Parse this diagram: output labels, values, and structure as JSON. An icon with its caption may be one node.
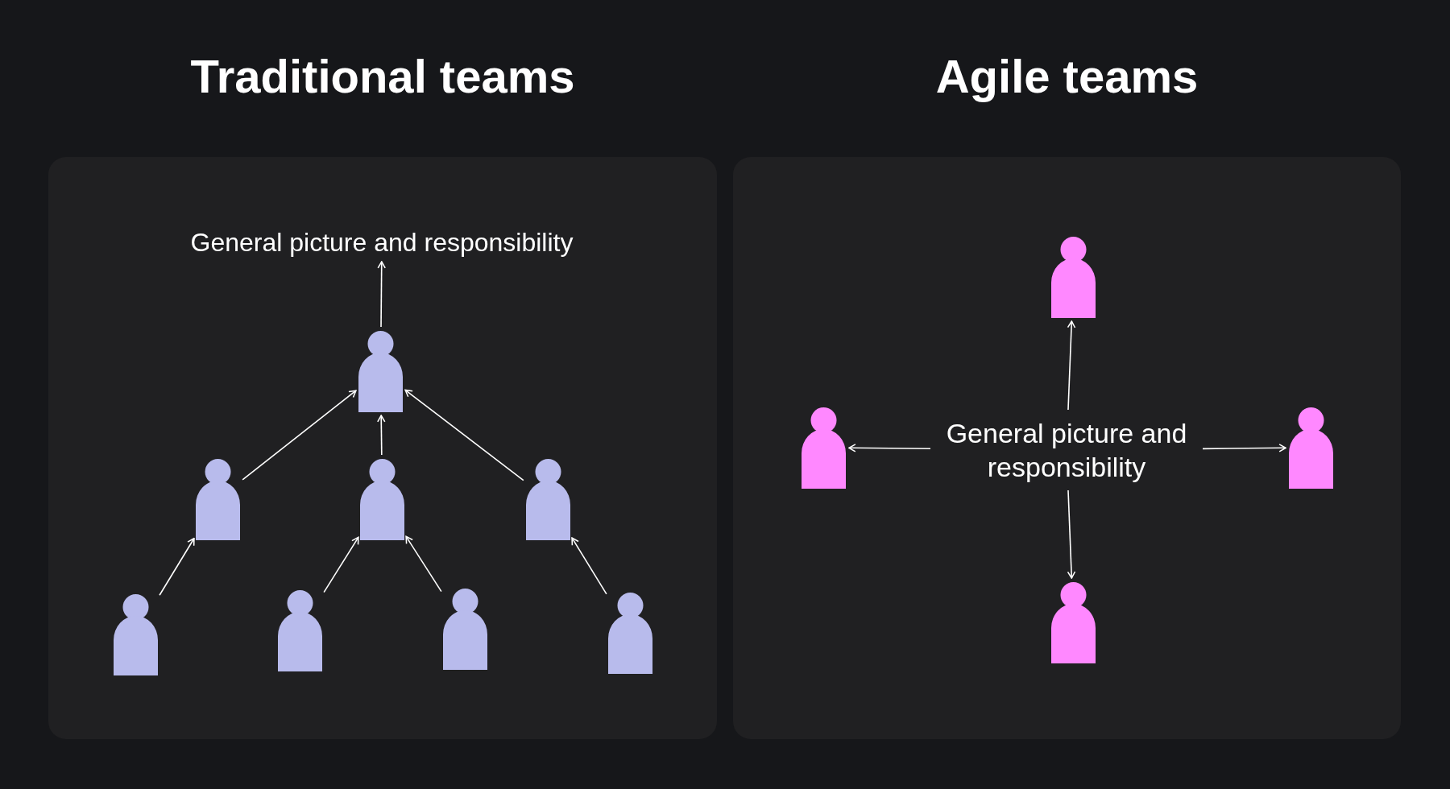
{
  "diagram": {
    "nodes": [
      {
        "text": [
          "Traditional teams"
        ]
      },
      {
        "text": [
          "Agile teams"
        ]
      },
      {
        "text": [
          "General picture and responsibility"
        ],
        "in": 0
      },
      {
        "text": [],
        "shape": "person",
        "in": 0
      },
      {
        "text": [],
        "shape": "person",
        "in": 0
      },
      {
        "text": [],
        "shape": "person",
        "in": 0
      },
      {
        "text": [],
        "shape": "person",
        "in": 0
      },
      {
        "text": [],
        "shape": "person",
        "in": 0
      },
      {
        "text": [],
        "shape": "person",
        "in": 0
      },
      {
        "text": [],
        "shape": "person",
        "in": 0
      },
      {
        "text": [],
        "shape": "person",
        "in": 0
      },
      {
        "text": [
          "General picture and responsibility"
        ],
        "in": 1
      },
      {
        "text": [],
        "shape": "person",
        "in": 1
      },
      {
        "text": [],
        "shape": "person",
        "in": 1
      },
      {
        "text": [],
        "shape": "person",
        "in": 1
      },
      {
        "text": [],
        "shape": "person",
        "in": 1
      }
    ],
    "edges": [
      {
        "from": 3,
        "to": 2,
        "arrow": "to"
      },
      {
        "from": 4,
        "to": 3,
        "arrow": "to"
      },
      {
        "from": 5,
        "to": 3,
        "arrow": "to"
      },
      {
        "from": 6,
        "to": 3,
        "arrow": "to"
      },
      {
        "from": 7,
        "to": 4,
        "arrow": "to"
      },
      {
        "from": 8,
        "to": 5,
        "arrow": "to"
      },
      {
        "from": 9,
        "to": 5,
        "arrow": "to"
      },
      {
        "from": 10,
        "to": 6,
        "arrow": "to"
      },
      {
        "from": 11,
        "to": 12,
        "arrow": "to"
      },
      {
        "from": 11,
        "to": 13,
        "arrow": "to"
      },
      {
        "from": 11,
        "to": 14,
        "arrow": "to"
      },
      {
        "from": 11,
        "to": 15,
        "arrow": "to"
      }
    ]
  }
}
